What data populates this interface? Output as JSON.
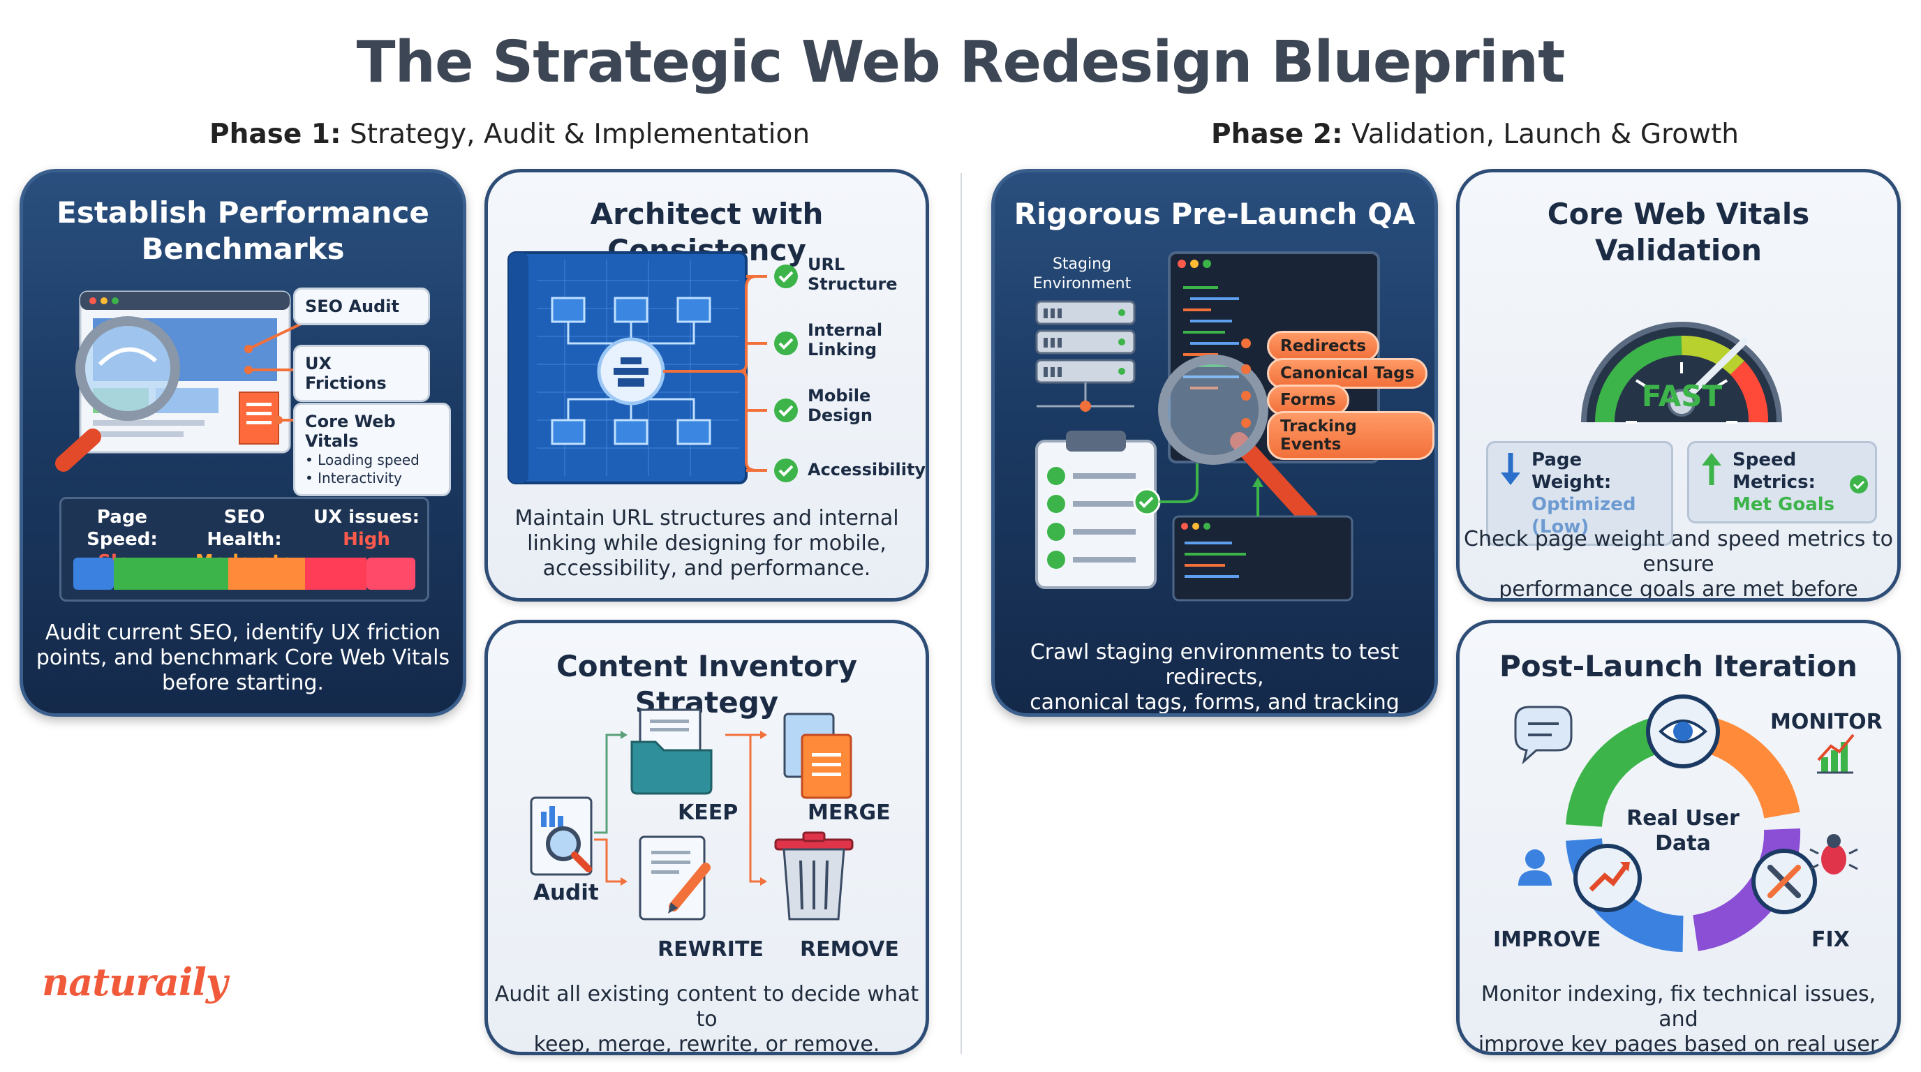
{
  "title": "The Strategic Web Redesign Blueprint",
  "phases": [
    {
      "bold": "Phase 1:",
      "text": " Strategy, Audit & Implementation"
    },
    {
      "bold": "Phase 2:",
      "text": " Validation, Launch & Growth"
    }
  ],
  "cards": {
    "benchmarks": {
      "title_line1": "Establish Performance",
      "title_line2": "Benchmarks",
      "callouts": {
        "seo": "SEO Audit",
        "ux": "UX Frictions",
        "cwv": "Core Web Vitals",
        "cwv_items": [
          "• Loading speed",
          "• Interactivity"
        ]
      },
      "bars": [
        {
          "label": "Page Speed:",
          "value": "Slow"
        },
        {
          "label": "SEO Health:",
          "value": "Moderate"
        },
        {
          "label": "UX issues:",
          "value": "High"
        }
      ],
      "desc": [
        "Audit current SEO, identify UX friction",
        "points, and benchmark Core Web Vitals",
        "before starting."
      ]
    },
    "architect": {
      "title": "Architect with Consistency",
      "checks": [
        [
          "URL",
          "Structure"
        ],
        [
          "Internal",
          "Linking"
        ],
        [
          "Mobile",
          "Design"
        ],
        [
          "Accessibility"
        ]
      ],
      "desc": [
        "Maintain URL structures and internal",
        "linking while designing for mobile,",
        "accessibility, and performance."
      ]
    },
    "content": {
      "title": "Content Inventory Strategy",
      "labels": {
        "audit": "Audit",
        "keep": "KEEP",
        "merge": "MERGE",
        "rewrite": "REWRITE",
        "remove": "REMOVE"
      },
      "desc": [
        "Audit all existing content to decide what to",
        "keep, merge, rewrite, or remove."
      ]
    },
    "qa": {
      "title": "Rigorous Pre-Launch QA",
      "staging": [
        "Staging",
        "Environment"
      ],
      "tags": [
        "Redirects",
        "Canonical Tags",
        "Forms",
        "Tracking Events"
      ],
      "desc": [
        "Crawl staging environments to test redirects,",
        "canonical tags, forms, and tracking events."
      ]
    },
    "cwv": {
      "title": "Core Web Vitals Validation",
      "gauge_label": "FAST",
      "metrics": [
        {
          "label": "Page Weight:",
          "value": "Optimized (Low)"
        },
        {
          "label": "Speed Metrics:",
          "value": "Met Goals"
        }
      ],
      "desc": [
        "Check page weight and speed metrics to ensure",
        "performance goals are met before launch."
      ]
    },
    "postlaunch": {
      "title": "Post-Launch Iteration",
      "center": [
        "Real User",
        "Data"
      ],
      "labels": {
        "monitor": "MONITOR",
        "improve": "IMPROVE",
        "fix": "FIX"
      },
      "desc": [
        "Monitor indexing, fix technical issues, and",
        "improve key pages based on real user data."
      ]
    }
  },
  "logo": "naturaily",
  "colors": {
    "navy": "#1b3a63",
    "orange": "#f2703a",
    "green": "#3cb44a",
    "blue": "#2a6fc9"
  }
}
